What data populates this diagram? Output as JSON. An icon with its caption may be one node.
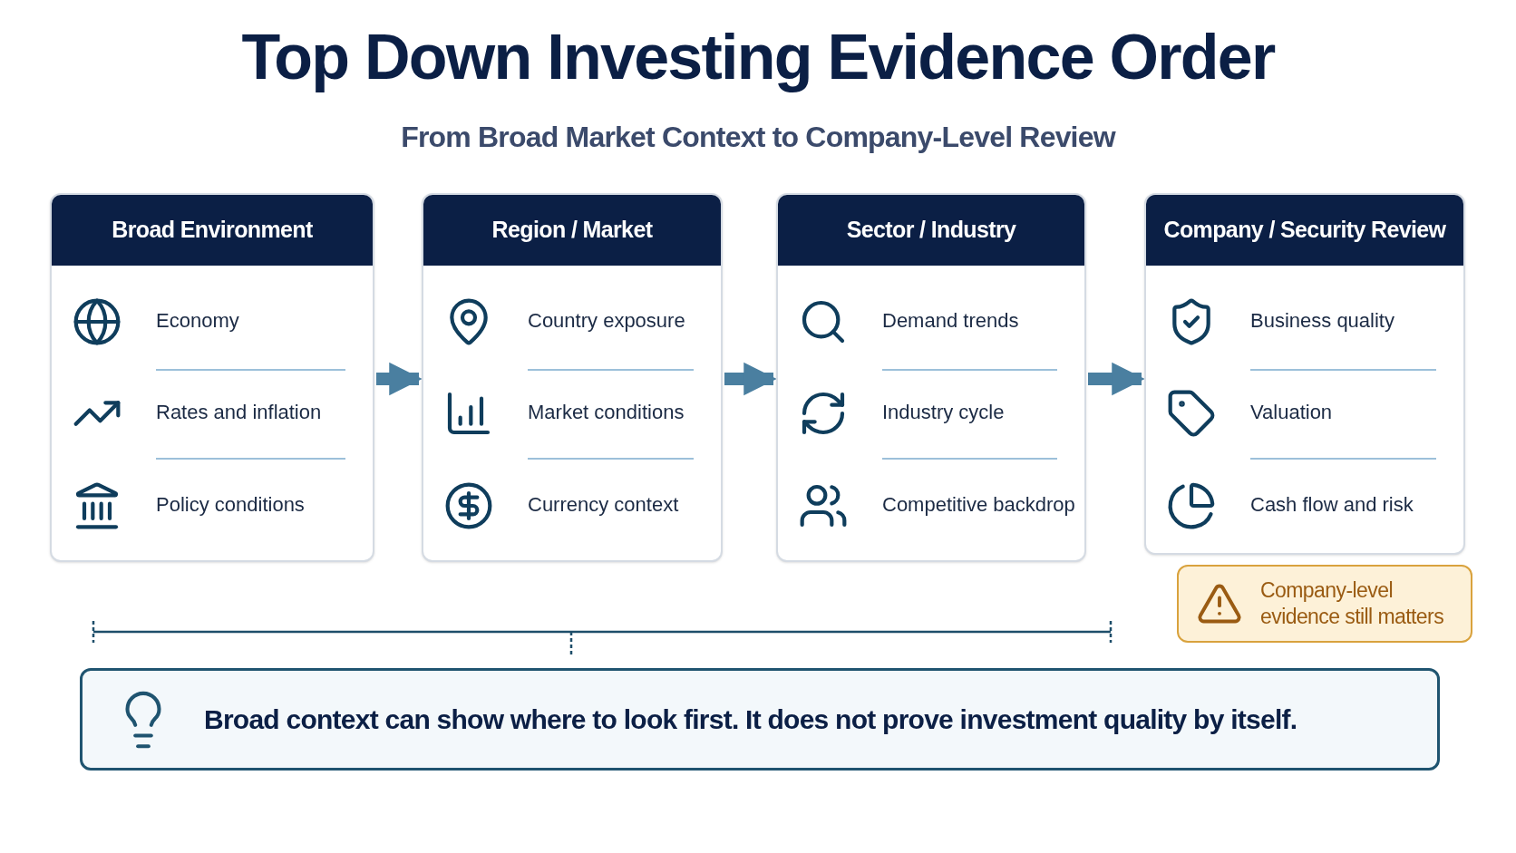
{
  "diagram": {
    "title": "Top Down Investing Evidence Order",
    "nodes": [
      {
        "text": [
          "Broad Environment",
          "Economy",
          "Rates and inflation",
          "Policy conditions"
        ]
      },
      {
        "text": [
          "Region / Market",
          "Country exposure",
          "Market conditions",
          "Currency context"
        ]
      },
      {
        "text": [
          "Sector / Industry",
          "Demand trends",
          "Industry cycle",
          "Competitive backdrop"
        ]
      },
      {
        "text": [
          "Company / Security Review",
          "Business quality",
          "Valuation",
          "Cash flow and risk"
        ]
      },
      {
        "text": [
          "Company-level evidence still matters"
        ]
      },
      {
        "text": [
          "Broad context can show where to look first. It does not prove investment quality by itself."
        ]
      }
    ],
    "edges": [
      {
        "from": 0,
        "to": 1,
        "arrow": "to"
      },
      {
        "from": 1,
        "to": 2,
        "arrow": "to"
      },
      {
        "from": 2,
        "to": 3,
        "arrow": "to"
      }
    ],
    "labels": [
      "From Broad Market Context to Company-Level Review"
    ]
  }
}
